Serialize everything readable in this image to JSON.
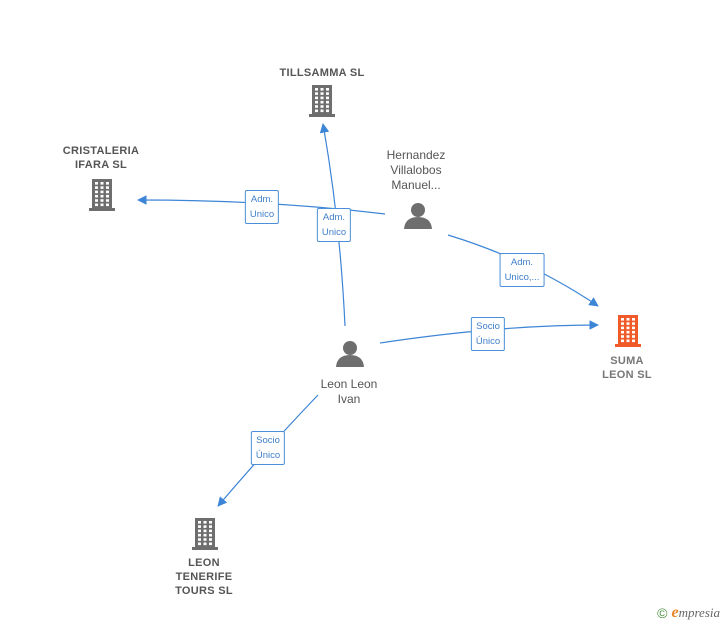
{
  "colors": {
    "edge": "#3d85d6",
    "company": "#6e6e6e",
    "focus_company": "#f05a28",
    "person": "#6e6e6e"
  },
  "nodes": [
    {
      "id": "tillsamma",
      "kind": "company",
      "icon": "building-icon",
      "label": "TILLSAMMA SL"
    },
    {
      "id": "cristaleria",
      "kind": "company",
      "icon": "building-icon",
      "label": "CRISTALERIA\nIFARA  SL"
    },
    {
      "id": "hernandez",
      "kind": "person",
      "icon": "person-icon",
      "label": "Hernandez\nVillalobos\nManuel..."
    },
    {
      "id": "suma",
      "kind": "focus",
      "icon": "building-icon",
      "label": "SUMA\nLEON  SL"
    },
    {
      "id": "leon",
      "kind": "person",
      "icon": "person-icon",
      "label": "Leon Leon\nIvan"
    },
    {
      "id": "tenerife",
      "kind": "company",
      "icon": "building-icon",
      "label": "LEON\nTENERIFE\nTOURS  SL"
    }
  ],
  "edges": [
    {
      "from": "hernandez",
      "to": "cristaleria",
      "label": "Adm.\nUnico"
    },
    {
      "from": "leon",
      "to": "tillsamma",
      "label": "Adm.\nUnico"
    },
    {
      "from": "hernandez",
      "to": "suma",
      "label": "Adm.\nUnico,..."
    },
    {
      "from": "leon",
      "to": "suma",
      "label": "Socio\nÚnico"
    },
    {
      "from": "leon",
      "to": "tenerife",
      "label": "Socio\nÚnico"
    }
  ],
  "footer": {
    "copyright": "©",
    "brand_initial": "e",
    "brand_rest": "mpresia"
  }
}
